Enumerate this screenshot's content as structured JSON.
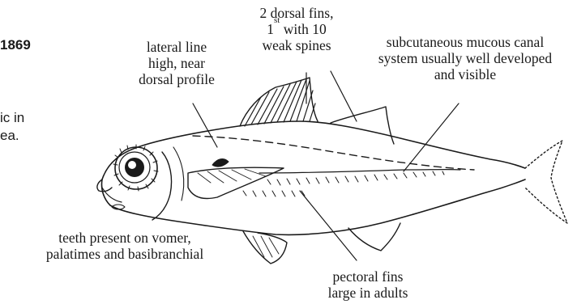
{
  "page_fragments": {
    "year": "1869",
    "text_line_1": "ic in",
    "text_line_2": "ea."
  },
  "labels": {
    "dorsal_fins": {
      "line1": "2 dorsal fins,",
      "line2_num": "1",
      "line2_sup": "st",
      "line2_rest": " with 10",
      "line3": "weak spines"
    },
    "lateral_line": {
      "line1": "lateral line",
      "line2": "high, near",
      "line3": "dorsal profile"
    },
    "mucous_canal": {
      "line1": "subcutaneous mucous canal",
      "line2": "system usually well developed",
      "line3": "and visible"
    },
    "teeth": {
      "line1": "teeth present on vomer,",
      "line2": "palatimes and basibranchial"
    },
    "pectoral": {
      "line1": "pectoral fins",
      "line2": "large in adults"
    }
  }
}
